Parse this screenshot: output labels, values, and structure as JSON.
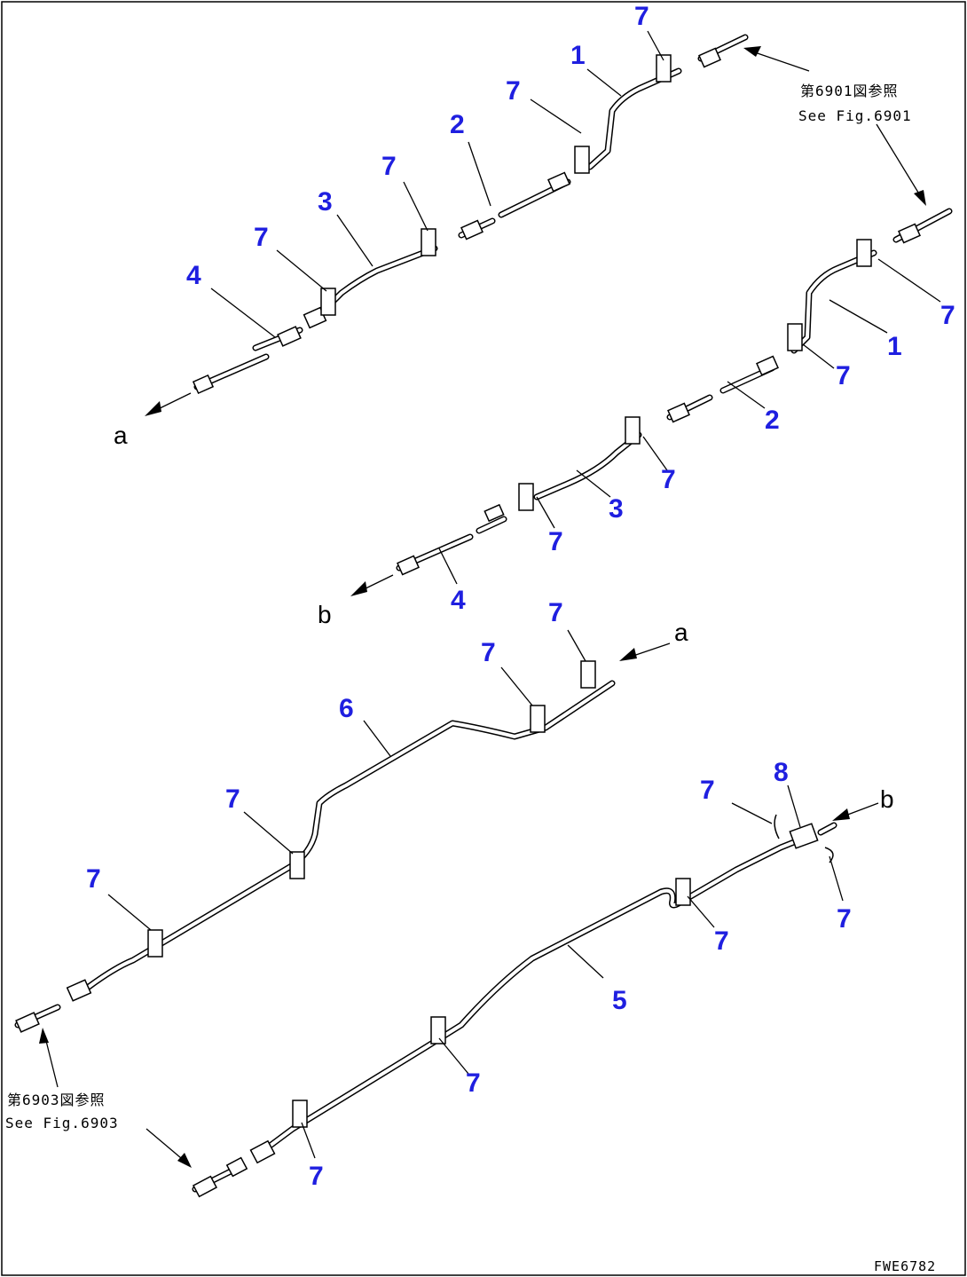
{
  "diagram": {
    "part_labels": {
      "p1": "1",
      "p2": "2",
      "p3": "3",
      "p4": "4",
      "p5": "5",
      "p6": "6",
      "p7": "7",
      "p8": "8"
    },
    "connection_labels": {
      "a": "a",
      "b": "b"
    },
    "references": {
      "top_right_jp": "第6901図参照",
      "top_right_en": "See Fig.6901",
      "bottom_left_jp": "第6903図参照",
      "bottom_left_en": "See Fig.6903"
    },
    "drawing_code": "FWE6782"
  }
}
